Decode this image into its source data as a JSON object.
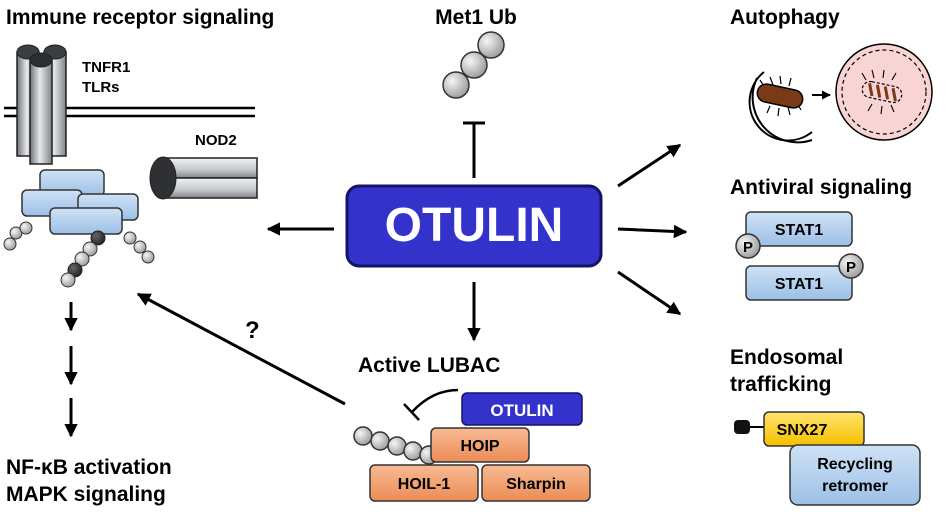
{
  "center": {
    "label": "OTULIN",
    "fill": "#3333cc"
  },
  "top": {
    "title": "Met1 Ub"
  },
  "left": {
    "title": "Immune receptor signaling",
    "receptor_line1": "TNFR1",
    "receptor_line2": "TLRs",
    "nod2": "NOD2",
    "output_line1": "NF-κB activation",
    "output_line2": "MAPK signaling"
  },
  "bottom": {
    "title": "Active LUBAC",
    "question": "?",
    "otulin": "OTULIN",
    "hoip": "HOIP",
    "hoil1": "HOIL-1",
    "sharpin": "Sharpin"
  },
  "right": {
    "autophagy": "Autophagy",
    "antiviral": "Antiviral signaling",
    "stat1_a": "STAT1",
    "stat1_b": "STAT1",
    "phospho": "P",
    "endosomal_line1": "Endosomal",
    "endosomal_line2": "trafficking",
    "snx27": "SNX27",
    "retromer_line1": "Recycling",
    "retromer_line2": "retromer"
  },
  "colors": {
    "otulin_blue": "#3333cc",
    "lubac_orange": "#f2a172",
    "receptor_blue": "#b9d4f0",
    "snx27_yellow": "#ffd21f",
    "autophagy_pink": "#f9d4d4",
    "bacterium_brown": "#7a3a16"
  }
}
